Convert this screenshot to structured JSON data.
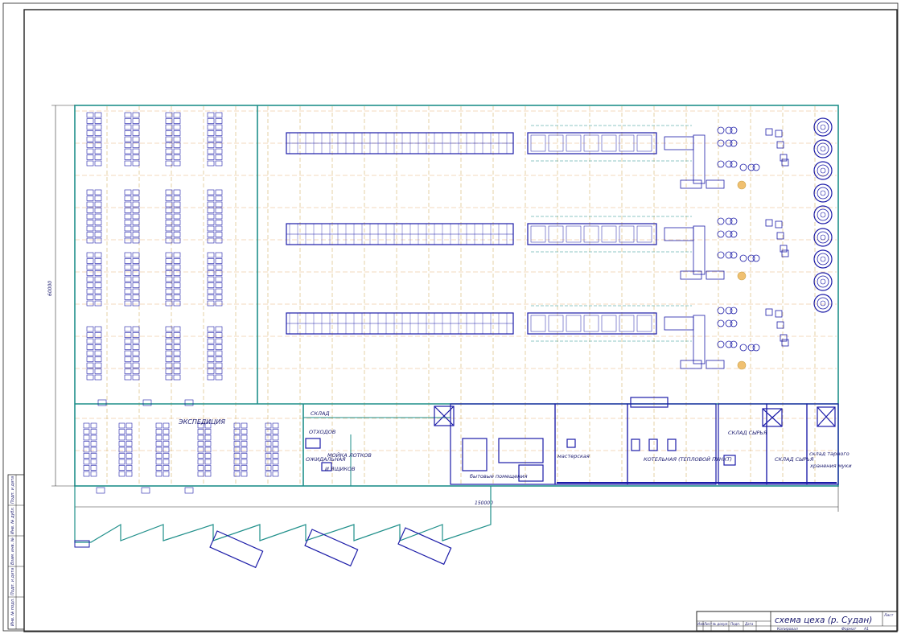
{
  "title_block": {
    "title": "схема цеха (р. Судан)",
    "sheet_label": "Лист",
    "format_label": "Формат",
    "format_value": "А1",
    "copied_label": "Копировал",
    "col_izm": "Изм",
    "col_list": "Лист",
    "col_ndoc": "№ докум.",
    "col_podp": "Подп.",
    "col_data": "Дата"
  },
  "dimensions": {
    "width": "150000",
    "height": "60000"
  },
  "rooms": {
    "expedition": "ЭКСПЕДИЦИЯ",
    "waste_store": "СКЛАД",
    "waste_store_2": "ОТХОДОВ",
    "tray_wash": "МОЙКА ЛОТКОВ",
    "tray_wash_2": "И ЯЩИКОВ",
    "waiting": "ОЖИДАЛЬНАЯ",
    "amenity": "бытовые помещения",
    "workshop": "мастерская",
    "boiler": "КОТЕЛЬНАЯ (ТЕПЛОВОЙ ПУНКТ)",
    "raw_store_1": "СКЛАД СЫРЬЯ",
    "raw_store_2": "СКЛАД СЫРЬЯ",
    "packaging_store": "склад тарного",
    "flour_store": "хранения муки"
  },
  "side_stamp": {
    "cells": [
      "Инв. № подл.",
      "Подп. и дата",
      "Взам. инв. №",
      "Инв. № дубл.",
      "Подп. и дата"
    ]
  },
  "colors": {
    "wall": "#1f8f8a",
    "equipment": "#1c1ca8",
    "grid": "#e8b57a",
    "frame": "#222222"
  }
}
